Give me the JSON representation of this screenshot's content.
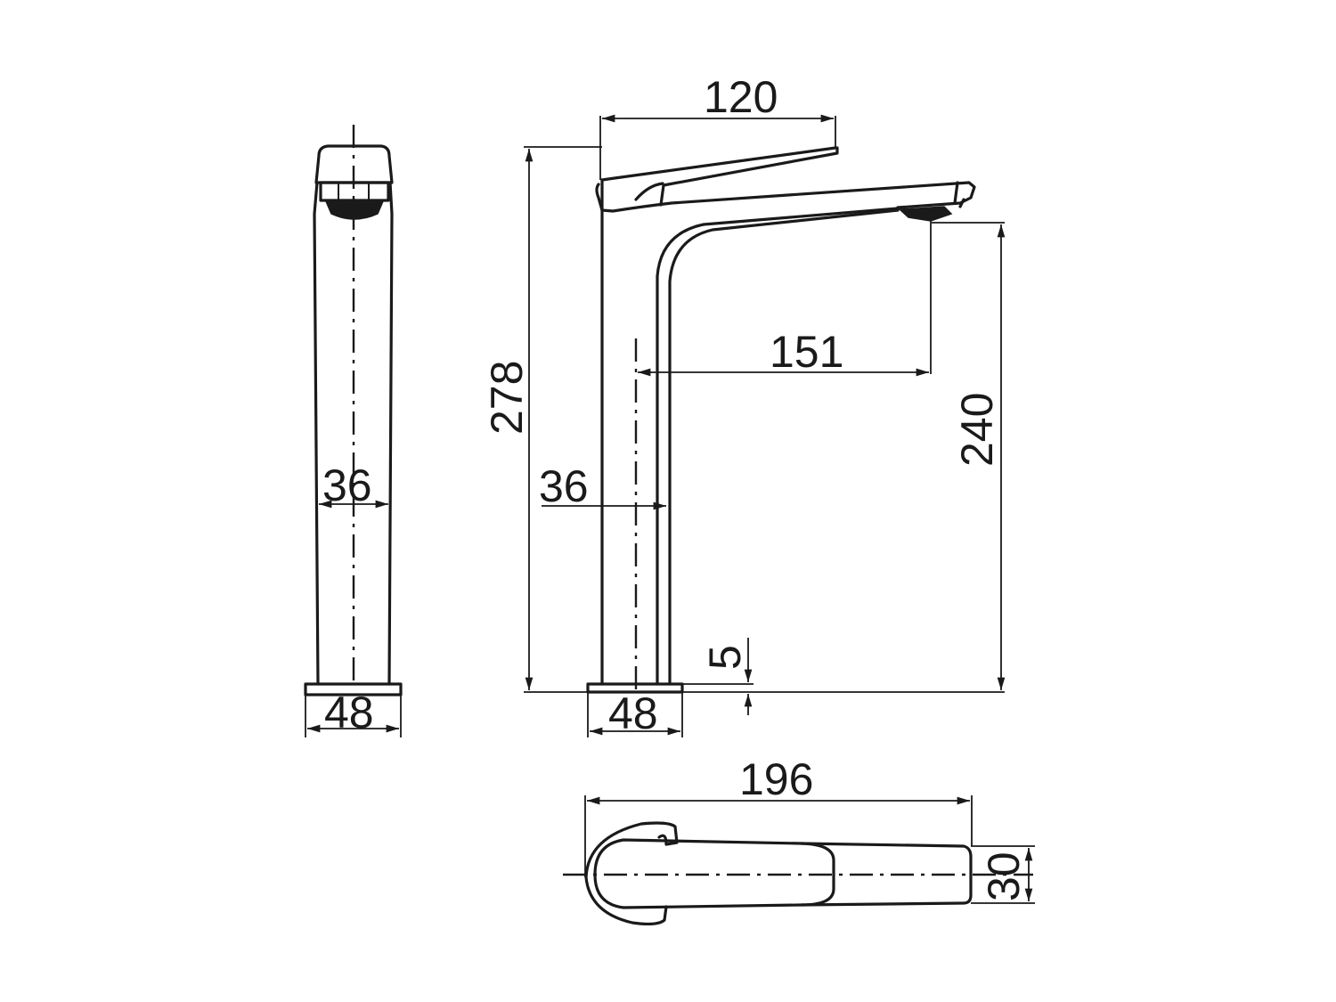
{
  "drawing": {
    "subject": "Tall basin mixer faucet",
    "line_color": "#1a1a1a",
    "background": "#ffffff"
  },
  "side_view": {
    "body_width_label": "36",
    "base_width_label": "48"
  },
  "front_view": {
    "handle_length_label": "120",
    "total_height_label": "278",
    "spout_reach_label": "151",
    "spout_height_label": "240",
    "body_width_label": "36",
    "base_width_label": "48",
    "base_thickness_label": "5"
  },
  "top_view": {
    "total_length_label": "196",
    "width_label": "30"
  }
}
